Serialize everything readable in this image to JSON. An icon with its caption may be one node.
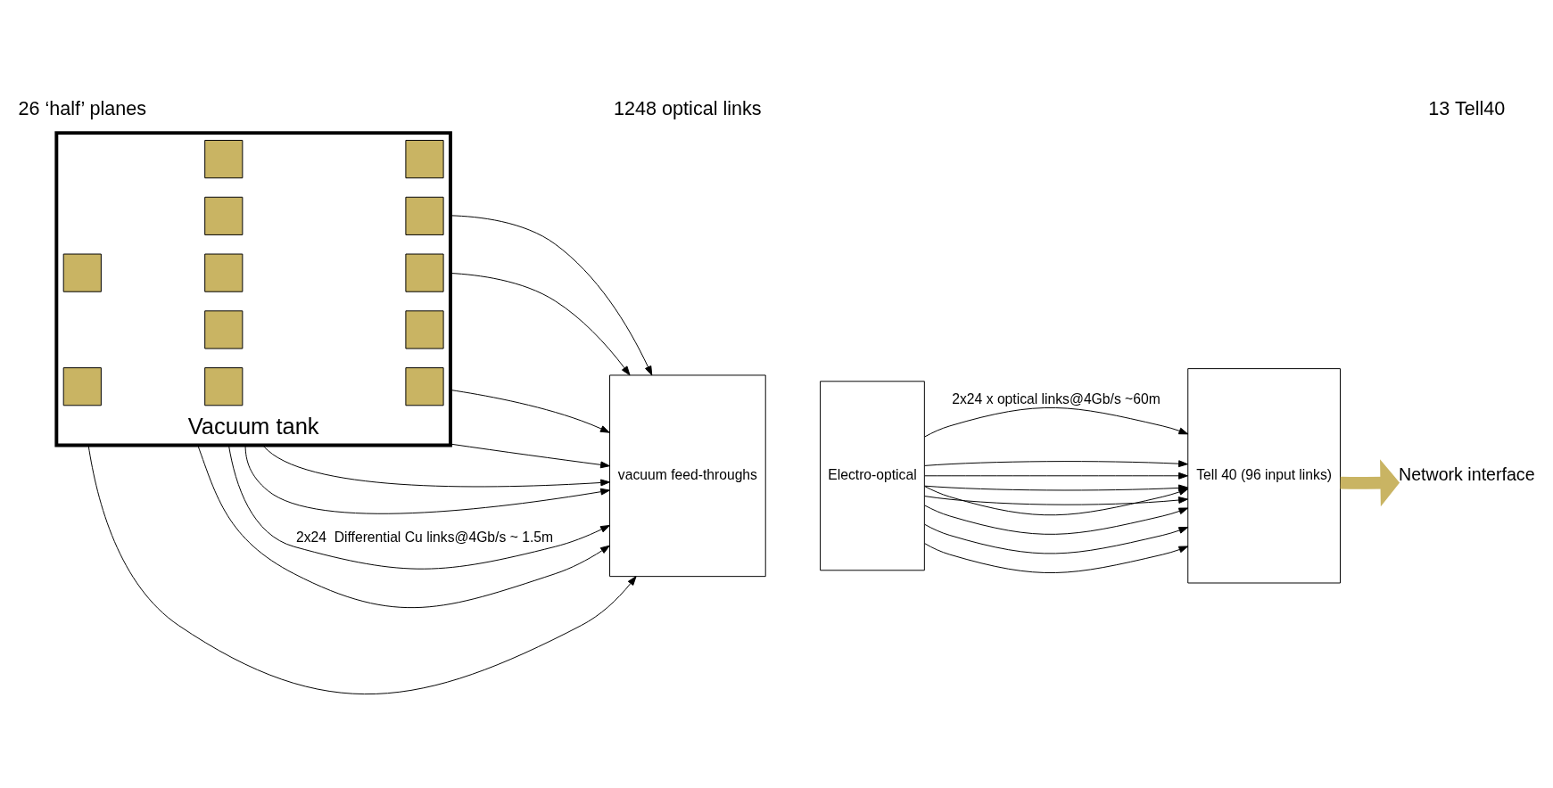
{
  "diagram": {
    "nodes": [
      {
        "text": [
          "Vacuum tank"
        ]
      },
      {
        "text": [],
        "shape": "box",
        "in": 0
      },
      {
        "text": [],
        "shape": "box",
        "in": 0
      },
      {
        "text": [],
        "shape": "box",
        "in": 0
      },
      {
        "text": [],
        "shape": "box",
        "in": 0
      },
      {
        "text": [],
        "shape": "box",
        "in": 0
      },
      {
        "text": [],
        "shape": "box",
        "in": 0
      },
      {
        "text": [],
        "shape": "box",
        "in": 0
      },
      {
        "text": [],
        "shape": "box",
        "in": 0
      },
      {
        "text": [],
        "shape": "box",
        "in": 0
      },
      {
        "text": [],
        "shape": "box",
        "in": 0
      },
      {
        "text": [],
        "shape": "box",
        "in": 0
      },
      {
        "text": [],
        "shape": "box",
        "in": 0
      },
      {
        "text": [
          "vacuum feed-throughs"
        ]
      },
      {
        "text": [
          "Electro-optical"
        ]
      },
      {
        "text": [
          "Tell 40 (96 input links)"
        ]
      },
      {
        "text": [
          "Network interface"
        ]
      }
    ],
    "edges": [
      {
        "from": 0,
        "to": 13,
        "arrow": "to"
      },
      {
        "from": 0,
        "to": 13,
        "arrow": "to"
      },
      {
        "from": 0,
        "to": 13,
        "arrow": "to"
      },
      {
        "from": 0,
        "to": 13,
        "arrow": "to"
      },
      {
        "from": 0,
        "to": 13,
        "arrow": "to",
        "label": "2x24  Differential Cu links@4Gb/s ~ 1.5m"
      },
      {
        "from": 0,
        "to": 13,
        "arrow": "to"
      },
      {
        "from": 0,
        "to": 13,
        "arrow": "to"
      },
      {
        "from": 0,
        "to": 13,
        "arrow": "to"
      },
      {
        "from": 0,
        "to": 13,
        "arrow": "to"
      },
      {
        "from": 14,
        "to": 15,
        "arrow": "to"
      },
      {
        "from": 14,
        "to": 15,
        "arrow": "to"
      },
      {
        "from": 14,
        "to": 15,
        "arrow": "to"
      },
      {
        "from": 14,
        "to": 15,
        "arrow": "to"
      },
      {
        "from": 14,
        "to": 15,
        "arrow": "to",
        "label": "2x24 x optical links@4Gb/s ~60m"
      },
      {
        "from": 14,
        "to": 15,
        "arrow": "to"
      },
      {
        "from": 14,
        "to": 15,
        "arrow": "to"
      },
      {
        "from": 14,
        "to": 15,
        "arrow": "to"
      },
      {
        "from": 14,
        "to": 15,
        "arrow": "to"
      },
      {
        "from": 15,
        "to": 16,
        "arrow": "to",
        "style": "thick",
        "color": "#c9b463"
      }
    ],
    "labels": [
      "26 ‘half’ planes",
      "1248 optical links",
      "13 Tell40"
    ]
  }
}
